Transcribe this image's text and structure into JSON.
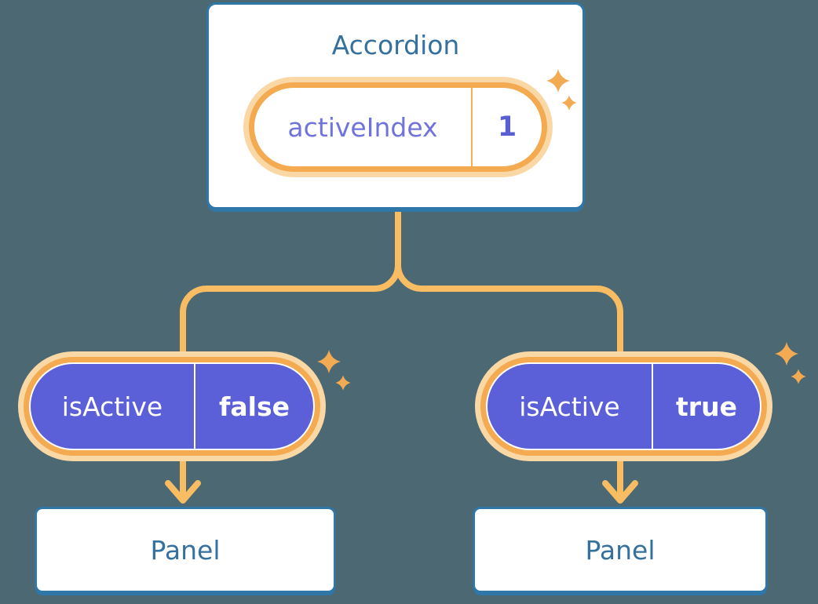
{
  "colors": {
    "background": "#4C6873",
    "card_border_blue": "#2F76A9",
    "heading_text_blue": "#35719E",
    "connector_orange": "#F8BC63",
    "pill_ring_orange": "#F3AA50",
    "pill_halo_peach": "#FAD8A6",
    "pill_purple": "#5C60D8",
    "state_label_indigo": "#7173DC",
    "state_value_indigo": "#5A5ED3",
    "prop_text_white": "#FFFFFF",
    "sparkle_orange": "#F2AB52"
  },
  "accordion": {
    "title": "Accordion",
    "state_pill": {
      "label": "activeIndex",
      "value": "1"
    }
  },
  "children": [
    {
      "prop_pill": {
        "label": "isActive",
        "value": "false"
      },
      "panel": {
        "label": "Panel"
      }
    },
    {
      "prop_pill": {
        "label": "isActive",
        "value": "true"
      },
      "panel": {
        "label": "Panel"
      }
    }
  ]
}
